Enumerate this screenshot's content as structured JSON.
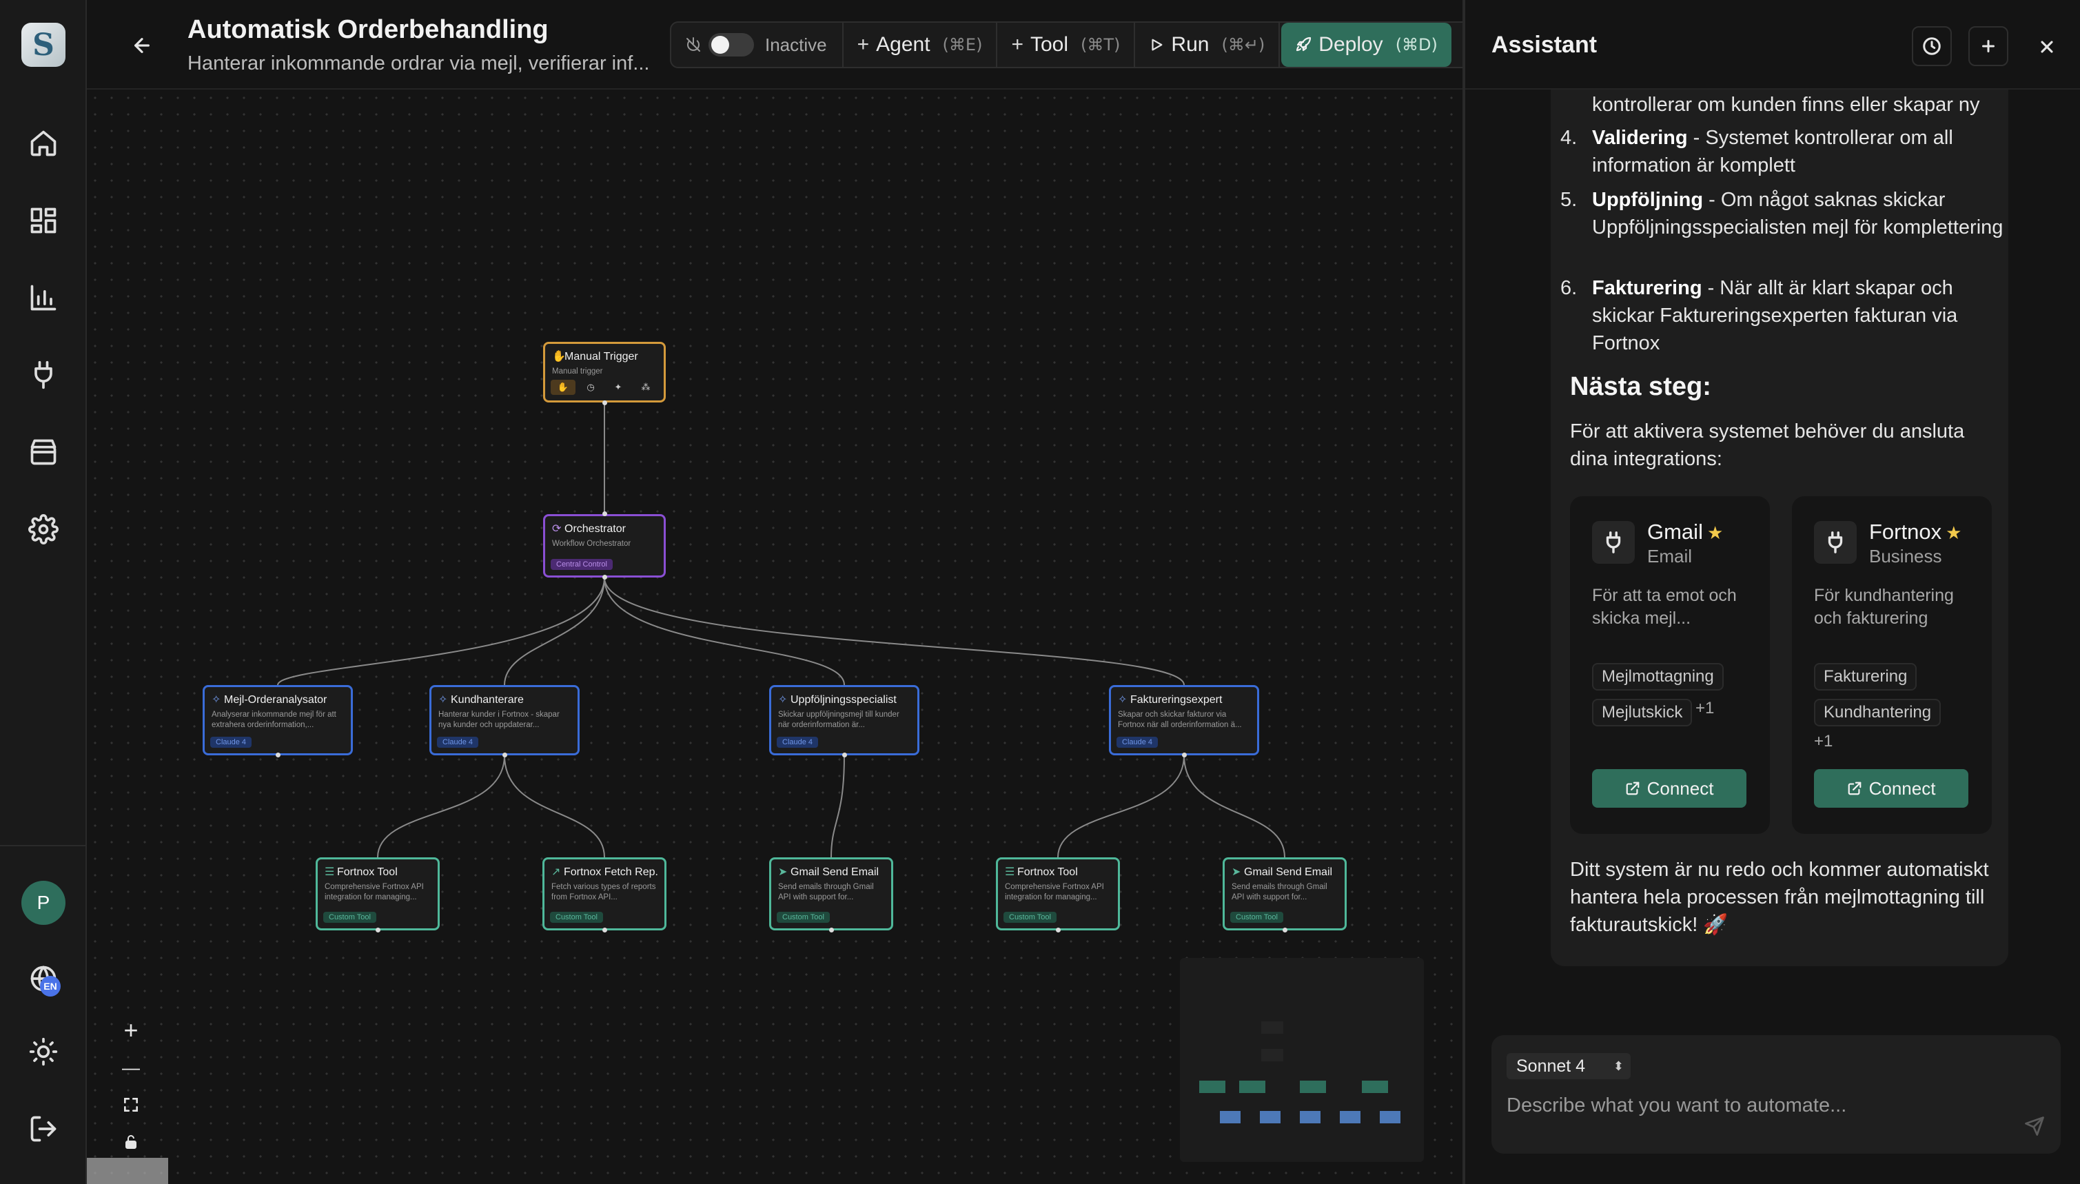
{
  "sidebar": {
    "logo": "S",
    "nav": [
      {
        "name": "home-icon"
      },
      {
        "name": "dashboard-icon"
      },
      {
        "name": "analytics-icon"
      },
      {
        "name": "plug-icon"
      },
      {
        "name": "store-icon"
      },
      {
        "name": "gear-icon"
      }
    ],
    "avatar_initial": "P",
    "language_badge": "EN"
  },
  "header": {
    "title": "Automatisk Orderbehandling",
    "subtitle": "Hanterar inkommande ordrar via mejl, verifierar inf..."
  },
  "toolbar": {
    "status_label": "Inactive",
    "agent_label": "Agent",
    "agent_shortcut": "(⌘E)",
    "tool_label": "Tool",
    "tool_shortcut": "(⌘T)",
    "run_label": "Run",
    "run_shortcut": "(⌘↵)",
    "deploy_label": "Deploy",
    "deploy_shortcut": "(⌘D)"
  },
  "workflow": {
    "trigger": {
      "title": "Manual Trigger",
      "desc": "Manual trigger"
    },
    "orchestrator": {
      "title": "Orchestrator",
      "desc": "Workflow Orchestrator",
      "tag": "Central Control"
    },
    "agents": [
      {
        "title": "Mejl-Orderanalysator",
        "desc": "Analyserar inkommande mejl för att extrahera orderinformation,...",
        "tag": "Claude 4"
      },
      {
        "title": "Kundhanterare",
        "desc": "Hanterar kunder i Fortnox - skapar nya kunder och uppdaterar...",
        "tag": "Claude 4"
      },
      {
        "title": "Uppföljningsspecialist",
        "desc": "Skickar uppföljningsmejl till kunder när orderinformation är...",
        "tag": "Claude 4"
      },
      {
        "title": "Faktureringsexpert",
        "desc": "Skapar och skickar fakturor via Fortnox när all orderinformation ä...",
        "tag": "Claude 4"
      }
    ],
    "tools": [
      {
        "title": "Fortnox Tool",
        "desc": "Comprehensive Fortnox API integration for managing...",
        "tag": "Custom Tool"
      },
      {
        "title": "Fortnox Fetch Rep...",
        "desc": "Fetch various types of reports from Fortnox API...",
        "tag": "Custom Tool"
      },
      {
        "title": "Gmail Send Email",
        "desc": "Send emails through Gmail API with support for...",
        "tag": "Custom Tool"
      },
      {
        "title": "Fortnox Tool",
        "desc": "Comprehensive Fortnox API integration for managing...",
        "tag": "Custom Tool"
      },
      {
        "title": "Gmail Send Email",
        "desc": "Send emails through Gmail API with support for...",
        "tag": "Custom Tool"
      }
    ]
  },
  "zoom_controls": {
    "zoom_in": "+",
    "zoom_out": "—"
  },
  "assistant": {
    "title": "Assistant",
    "intro_fragment": "kontrollerar om kunden finns eller skapar ny",
    "steps": [
      {
        "num": "4.",
        "bold": "Validering",
        "text": " - Systemet kontrollerar om all information är komplett"
      },
      {
        "num": "5.",
        "bold": "Uppföljning",
        "text": " - Om något saknas skickar Uppföljningsspecialisten mejl för komplettering"
      },
      {
        "num": "6.",
        "bold": "Fakturering",
        "text": " - När allt är klart skapar och skickar Faktureringsexperten fakturan via Fortnox"
      }
    ],
    "next_heading": "Nästa steg:",
    "next_text": "För att aktivera systemet behöver du ansluta dina integrations:",
    "integrations": [
      {
        "name": "Gmail",
        "category": "Email",
        "desc": "För att ta emot och skicka mejl...",
        "chips": [
          "Mejlmottagning",
          "Mejlutskick"
        ],
        "more": "+1",
        "button": "Connect"
      },
      {
        "name": "Fortnox",
        "category": "Business",
        "desc": "För kundhantering och fakturering",
        "chips": [
          "Fakturering",
          "Kundhantering"
        ],
        "more": "+1",
        "button": "Connect"
      }
    ],
    "closing_text": "Ditt system är nu redo och kommer automatiskt hantera hela processen från mejlmottagning till fakturautskick! 🚀",
    "model": "Sonnet 4",
    "input_placeholder": "Describe what you want to automate..."
  },
  "colors": {
    "accent_green": "#2f6e5b",
    "trigger_orange": "#d49a3b",
    "orchestrator_purple": "#8a4fd4",
    "agent_blue": "#3a6cd8",
    "tool_teal": "#4fb89a"
  }
}
